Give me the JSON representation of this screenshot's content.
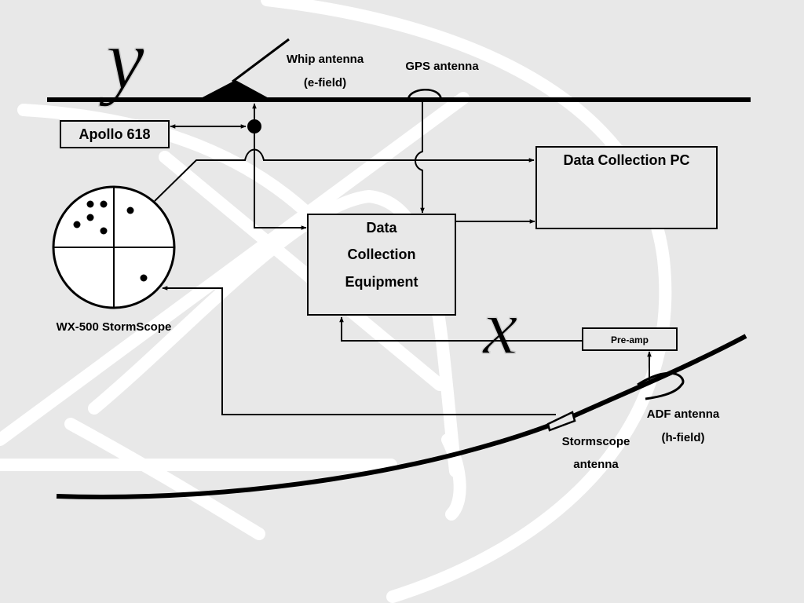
{
  "colors": {
    "background": "#e8e8e8",
    "watermark": "#ffffff",
    "ink": "#000000",
    "box_fill": "#e8e8e8"
  },
  "watermark": {
    "letter_y": "y",
    "letter_x": "x"
  },
  "labels": {
    "whip_antenna_line1": "Whip antenna",
    "whip_antenna_line2": "(e-field)",
    "gps_antenna": "GPS antenna",
    "apollo": "Apollo 618",
    "data_collection_pc": "Data Collection PC",
    "dce_line1": "Data",
    "dce_line2": "Collection",
    "dce_line3": "Equipment",
    "stormscope": "WX-500 StormScope",
    "preamp": "Pre-amp",
    "adf_line1": "ADF antenna",
    "adf_line2": "(h-field)",
    "stormscope_antenna_line1": "Stormscope",
    "stormscope_antenna_line2": "antenna"
  },
  "icons": {
    "stormscope_display": "radar-scope-icon",
    "whip_antenna": "whip-antenna-icon",
    "gps_antenna": "gps-antenna-icon",
    "junction": "junction-dot-icon"
  }
}
